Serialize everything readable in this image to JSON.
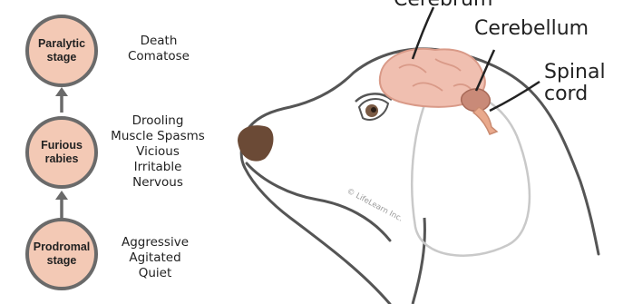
{
  "stages": [
    {
      "label": "Paralytic\nstage",
      "symptoms": "Death\nComatose"
    },
    {
      "label": "Furious\nrabies",
      "symptoms": "Drooling\nMuscle Spasms\nVicious\nIrritable\nNervous"
    },
    {
      "label": "Prodromal\nstage",
      "symptoms": "Aggressive\nAgitated\nQuiet"
    }
  ],
  "brain_labels": {
    "cerebrum": "Cerebrum",
    "cerebellum": "Cerebellum",
    "spinal_cord": "Spinal\ncord"
  },
  "copyright": "© LifeLearn Inc.",
  "colors": {
    "stage_fill": "#f3c9b5",
    "stage_border": "#6a6a6a",
    "cerebrum": "#f0bfb0",
    "cerebellum": "#c98a78",
    "spinal_cord": "#e9a98c",
    "nose": "#6b4a36",
    "outline": "#555555"
  }
}
